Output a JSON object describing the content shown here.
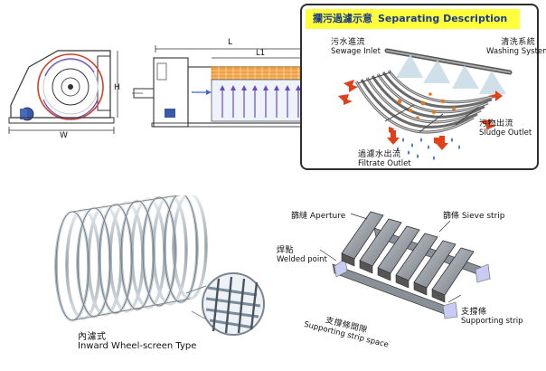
{
  "top_left_diagram": {
    "dimension_labels": {
      "width": "W",
      "height": "H",
      "length_total": "L",
      "length_inner": "L1"
    }
  },
  "separating": {
    "title_zh": "攔污過濾示意",
    "title_en": "Separating Description",
    "labels": {
      "sewage_inlet": {
        "zh": "污水進流",
        "en": "Sewage Inlet"
      },
      "washing_system": {
        "zh": "清洗系統",
        "en": "Washing System"
      },
      "sludge_outlet": {
        "zh": "污物出流",
        "en": "Sludge Outlet"
      },
      "filtrate_outlet": {
        "zh": "過濾水出流",
        "en": "Filtrate Outlet"
      }
    }
  },
  "screen_type": {
    "zh": "內濾式",
    "en": "Inward Wheel-screen Type"
  },
  "sieve_diagram": {
    "aperture": {
      "zh": "篩縫",
      "en": "Aperture"
    },
    "sieve_strip": {
      "zh": "篩條",
      "en": "Sieve strip"
    },
    "welded_point": {
      "zh": "焊點",
      "en": "Welded point"
    },
    "supporting_strip_space": {
      "zh": "支撐條間隙",
      "en": "Supporting strip space"
    },
    "supporting_strip": {
      "zh": "支撐條",
      "en": "Supporting strip"
    }
  },
  "colors": {
    "title_bg": "#ffff3c",
    "title_text": "#1a3a8a",
    "flow_arrow": "#e0401a",
    "water_drop": "#2e6fd8",
    "mesh_orange": "#f0a040"
  }
}
